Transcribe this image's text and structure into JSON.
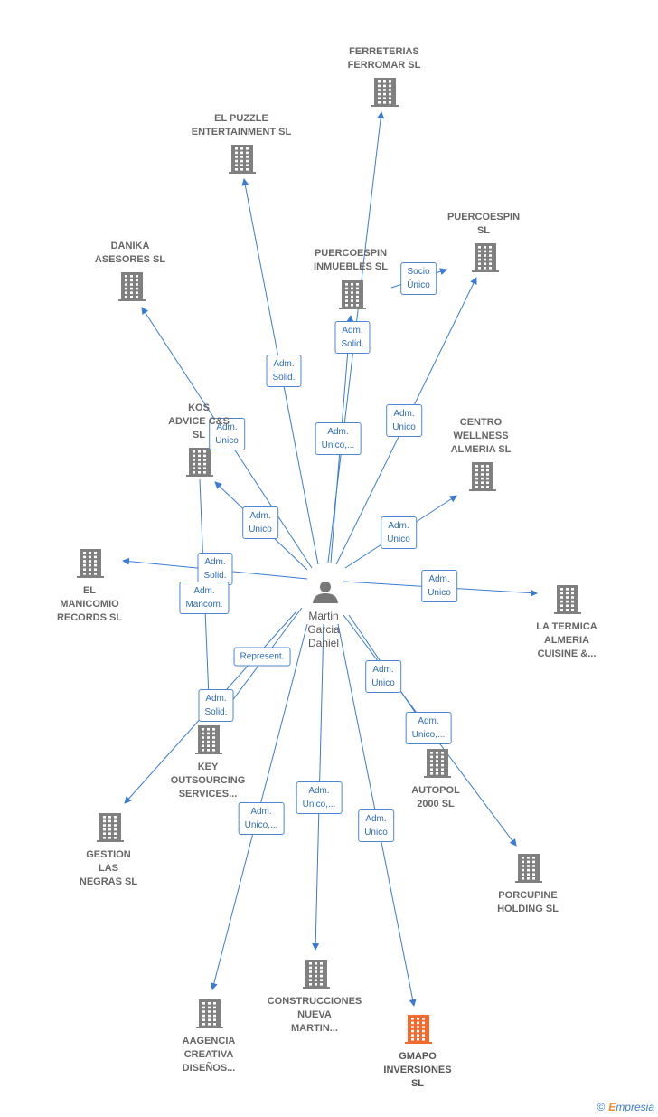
{
  "center": {
    "name": "Martin\nGarcia\nDaniel",
    "icon": "person-icon"
  },
  "colors": {
    "edge": "#3a7bd5",
    "building": "#808080",
    "highlight": "#f26a2e"
  },
  "nodes": [
    {
      "id": "ferreterias",
      "label": "FERRETERIAS\nFERROMAR  SL",
      "icon": "building-icon",
      "highlight": false
    },
    {
      "id": "el-puzzle",
      "label": "EL PUZZLE\nENTERTAINMENT SL",
      "icon": "building-icon",
      "highlight": false
    },
    {
      "id": "puercoespin-sl",
      "label": "PUERCOESPIN\nSL",
      "icon": "building-icon",
      "highlight": false
    },
    {
      "id": "puercoespin-inm",
      "label": "PUERCOESPIN\nINMUEBLES  SL",
      "icon": "building-icon",
      "highlight": false
    },
    {
      "id": "danika",
      "label": "DANIKA\nASESORES SL",
      "icon": "building-icon",
      "highlight": false
    },
    {
      "id": "kos",
      "label": "KOS\nADVICE C&S\nSL",
      "icon": "building-icon",
      "highlight": false
    },
    {
      "id": "centro",
      "label": "CENTRO\nWELLNESS\nALMERIA SL",
      "icon": "building-icon",
      "highlight": false
    },
    {
      "id": "manicomio",
      "label": "EL\nMANICOMIO\nRECORDS SL",
      "icon": "building-icon",
      "highlight": false
    },
    {
      "id": "termica",
      "label": "LA TERMICA\nALMERIA\nCUISINE &...",
      "icon": "building-icon",
      "highlight": false
    },
    {
      "id": "key",
      "label": "KEY\nOUTSOURCING\nSERVICES...",
      "icon": "building-icon",
      "highlight": false
    },
    {
      "id": "autopol",
      "label": "AUTOPOL\n2000  SL",
      "icon": "building-icon",
      "highlight": false
    },
    {
      "id": "gestion",
      "label": "GESTION\nLAS\nNEGRAS  SL",
      "icon": "building-icon",
      "highlight": false
    },
    {
      "id": "porcupine",
      "label": "PORCUPINE\nHOLDING  SL",
      "icon": "building-icon",
      "highlight": false
    },
    {
      "id": "construcciones",
      "label": "CONSTRUCCIONES\nNUEVA\nMARTIN...",
      "icon": "building-icon",
      "highlight": false
    },
    {
      "id": "aagencia",
      "label": "AAGENCIA\nCREATIVA\nDISEÑOS...",
      "icon": "building-icon",
      "highlight": false
    },
    {
      "id": "gmapo",
      "label": "GMAPO\nINVERSIONES\nSL",
      "icon": "building-icon",
      "highlight": true
    }
  ],
  "edges": [
    {
      "from": "center",
      "to": "ferreterias",
      "label": "Adm.\nUnico,..."
    },
    {
      "from": "center",
      "to": "el-puzzle",
      "label": "Adm.\nSolid."
    },
    {
      "from": "center",
      "to": "puercoespin-inm",
      "label": "Adm.\nSolid."
    },
    {
      "from": "puercoespin-inm",
      "to": "puercoespin-sl",
      "label": "Socio\nÚnico"
    },
    {
      "from": "center",
      "to": "puercoespin-sl",
      "label": "Adm.\nUnico"
    },
    {
      "from": "center",
      "to": "danika",
      "label": "Adm.\nUnico"
    },
    {
      "from": "center",
      "to": "kos",
      "label": "Adm.\nUnico"
    },
    {
      "from": "center",
      "to": "centro",
      "label": "Adm.\nUnico"
    },
    {
      "from": "center",
      "to": "manicomio",
      "label": "Adm.\nSolid."
    },
    {
      "from": "center",
      "to": "termica",
      "label": "Adm.\nUnico"
    },
    {
      "from": "kos",
      "to": "key",
      "label": "Adm.\nMancom."
    },
    {
      "from": "center",
      "to": "key",
      "label": "Adm.\nSolid."
    },
    {
      "from": "center",
      "to": "gestion",
      "label": "Represent."
    },
    {
      "from": "center",
      "to": "autopol",
      "label": "Adm.\nUnico"
    },
    {
      "from": "center",
      "to": "porcupine",
      "label": "Adm.\nUnico,..."
    },
    {
      "from": "center",
      "to": "construcciones",
      "label": "Adm.\nUnico,..."
    },
    {
      "from": "center",
      "to": "aagencia",
      "label": "Adm.\nUnico,..."
    },
    {
      "from": "center",
      "to": "gmapo",
      "label": "Adm.\nUnico"
    }
  ],
  "brand": {
    "copyright": "©",
    "first_letter": "E",
    "rest": "mpresia"
  }
}
